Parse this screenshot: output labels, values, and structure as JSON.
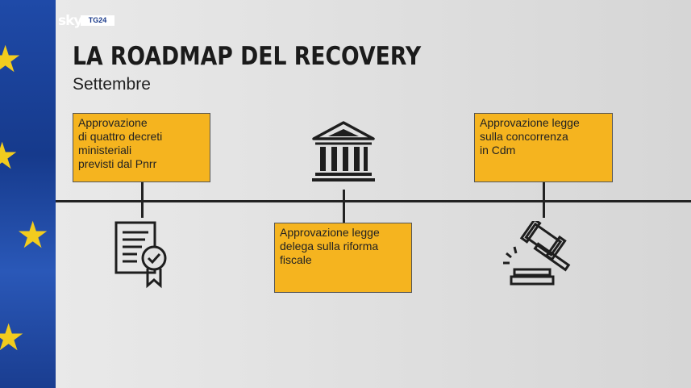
{
  "brand": {
    "logo_sky": "sky",
    "logo_tg": "TG24"
  },
  "header": {
    "title": "LA ROADMAP DEL RECOVERY",
    "subtitle": "Settembre"
  },
  "timeline": {
    "events": [
      {
        "text": "Approvazione\ndi quattro decreti\nministeriali\nprevisti dal Pnrr",
        "icon": "certificate-icon"
      },
      {
        "text": "Approvazione legge\ndelega sulla riforma\nfiscale",
        "icon": "government-building-icon"
      },
      {
        "text": "Approvazione legge\nsulla concorrenza\nin Cdm",
        "icon": "gavel-icon"
      }
    ]
  },
  "colors": {
    "box": "#f5b41f",
    "line": "#222222",
    "eu_blue": "#1f4aa8",
    "eu_star": "#f2cc1e"
  }
}
